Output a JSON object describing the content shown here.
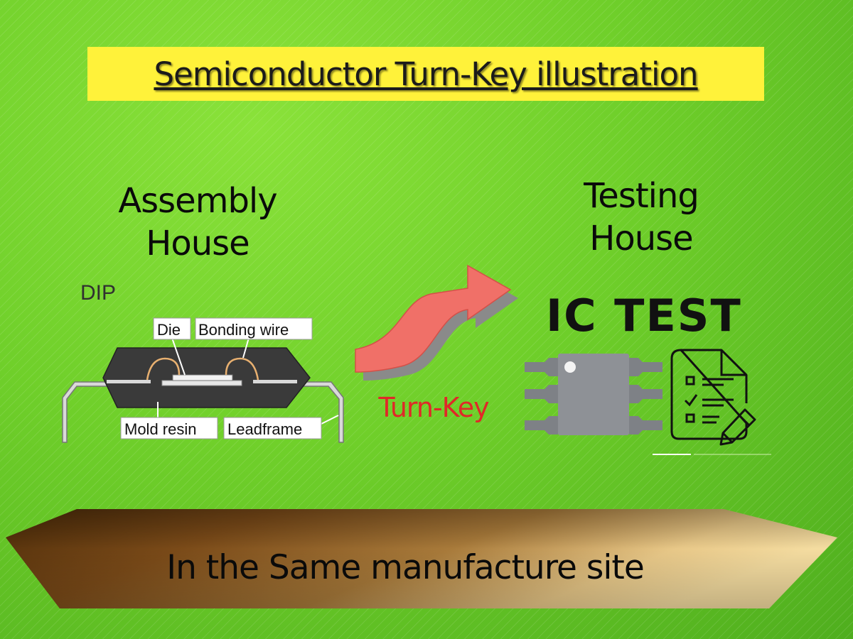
{
  "title": "Semiconductor Turn-Key illustration",
  "assembly": {
    "heading_line1": "Assembly",
    "heading_line2": "House",
    "package_type": "DIP",
    "callouts": {
      "die": "Die",
      "bonding_wire": "Bonding wire",
      "mold_resin": "Mold resin",
      "leadframe": "Leadframe"
    }
  },
  "testing": {
    "heading_line1": "Testing",
    "heading_line2": "House",
    "icon_label": "IC TEST",
    "icons": [
      "chip-icon",
      "checklist-document-icon",
      "pencil-icon"
    ]
  },
  "arrow": {
    "label": "Turn-Key",
    "color": "#f07068",
    "label_color": "#e02828"
  },
  "footer": {
    "text": "In the Same manufacture site"
  },
  "colors": {
    "background": "#6fcf2a",
    "title_banner": "#fff23a"
  }
}
